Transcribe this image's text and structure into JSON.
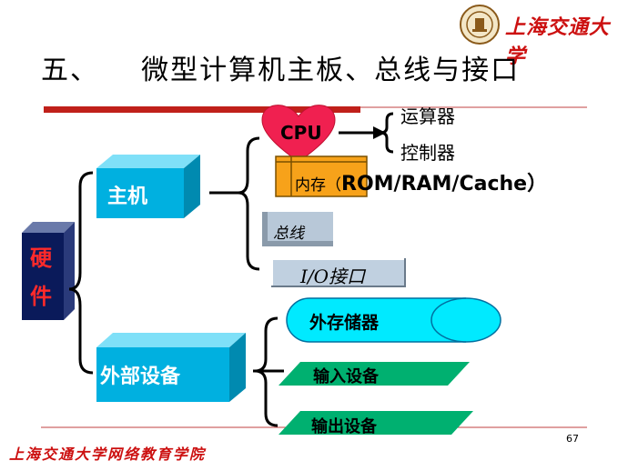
{
  "logo": {
    "text": "上海交通大学",
    "icon": "university-seal-icon"
  },
  "title": "五、    微型计算机主板、总线与接口",
  "hardware": {
    "line1": "硬",
    "line2": "件"
  },
  "host": "主机",
  "external": "外部设备",
  "cpu": {
    "label": "CPU",
    "sub1": "运算器",
    "sub2": "控制器"
  },
  "memory": {
    "label1": "内存（",
    "label2": "ROM/RAM/Cache）"
  },
  "bus": "总线",
  "io": "I/O接口",
  "ext_storage": "外存储器",
  "input": "输入设备",
  "output": "输出设备",
  "page_number": "67",
  "footer": "上海交通大学网络教育学院",
  "colors": {
    "accent_red": "#cc1010",
    "box_cyan": "#00b0e0",
    "green": "#00b070",
    "hw_navy": "#0a1a5a",
    "mem_orange": "#f7a21a"
  }
}
